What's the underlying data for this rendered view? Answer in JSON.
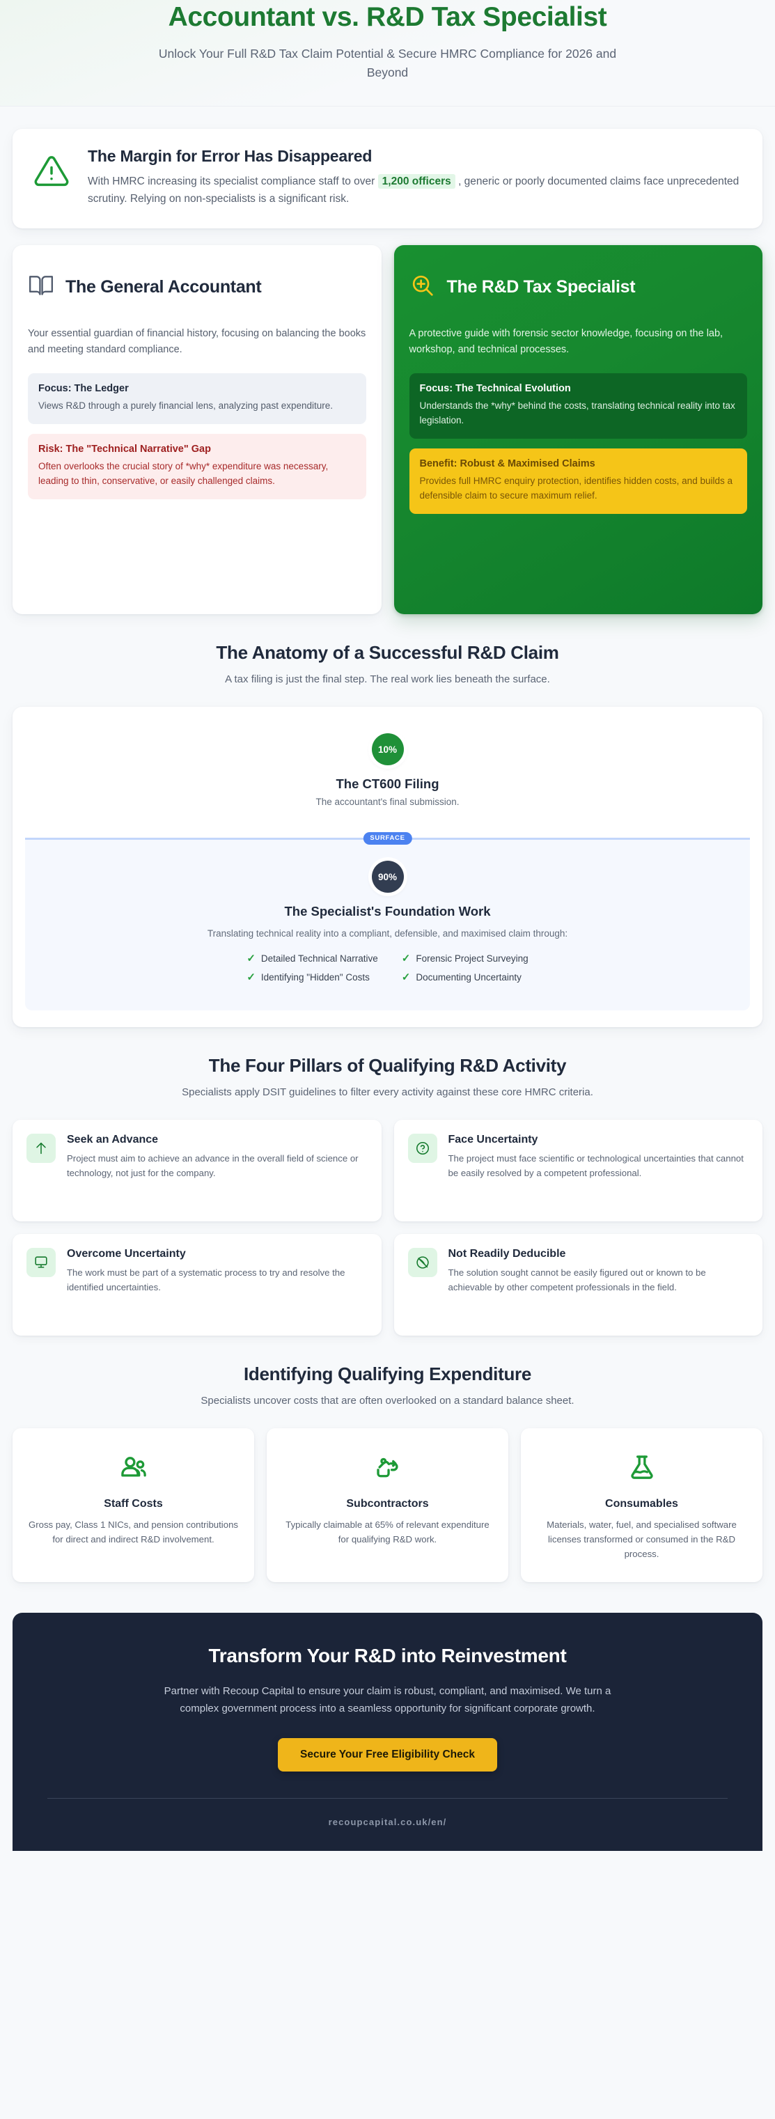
{
  "hero": {
    "title": "Accountant vs. R&D Tax Specialist",
    "subtitle": "Unlock Your Full R&D Tax Claim Potential & Secure HMRC Compliance for 2026 and Beyond"
  },
  "alert": {
    "icon": "warning-triangle-icon",
    "heading": "The Margin for Error Has Disappeared",
    "text_before": "With HMRC increasing its specialist compliance staff to over",
    "highlight": "1,200 officers",
    "text_after": ", generic or poorly documented claims face unprecedented scrutiny. Relying on non-specialists is a significant risk."
  },
  "comparison": {
    "accountant": {
      "icon": "book-open-icon",
      "title": "The General Accountant",
      "lead": "Your essential guardian of financial history, focusing on balancing the books and meeting standard compliance.",
      "focus_title": "Focus: The Ledger",
      "focus_text": "Views R&D through a purely financial lens, analyzing past expenditure.",
      "risk_title": "Risk: The \"Technical Narrative\" Gap",
      "risk_text": "Often overlooks the crucial story of *why* expenditure was necessary, leading to thin, conservative, or easily challenged claims."
    },
    "specialist": {
      "icon": "magnifier-plus-icon",
      "title": "The R&D Tax Specialist",
      "lead": "A protective guide with forensic sector knowledge, focusing on the lab, workshop, and technical processes.",
      "focus_title": "Focus: The Technical Evolution",
      "focus_text": "Understands the *why* behind the costs, translating technical reality into tax legislation.",
      "benefit_title": "Benefit: Robust & Maximised Claims",
      "benefit_text": "Provides full HMRC enquiry protection, identifies hidden costs, and builds a defensible claim to secure maximum relief."
    }
  },
  "anatomy": {
    "heading": "The Anatomy of a Successful R&D Claim",
    "subheading": "A tax filing is just the final step. The real work lies beneath the surface.",
    "top": {
      "percent": "10%",
      "title": "The CT600 Filing",
      "subtitle": "The accountant's final submission."
    },
    "surface_label": "SURFACE",
    "bottom": {
      "percent": "90%",
      "title": "The Specialist's Foundation Work",
      "subtitle": "Translating technical reality into a compliant, defensible, and maximised claim through:",
      "checks": [
        "Detailed Technical Narrative",
        "Forensic Project Surveying",
        "Identifying \"Hidden\" Costs",
        "Documenting Uncertainty"
      ]
    }
  },
  "pillars": {
    "heading": "The Four Pillars of Qualifying R&D Activity",
    "subheading": "Specialists apply DSIT guidelines to filter every activity against these core HMRC criteria.",
    "items": [
      {
        "icon": "arrow-up-icon",
        "title": "Seek an Advance",
        "text": "Project must aim to achieve an advance in the overall field of science or technology, not just for the company."
      },
      {
        "icon": "question-circle-icon",
        "title": "Face Uncertainty",
        "text": "The project must face scientific or technological uncertainties that cannot be easily resolved by a competent professional."
      },
      {
        "icon": "monitor-icon",
        "title": "Overcome Uncertainty",
        "text": "The work must be part of a systematic process to try and resolve the identified uncertainties."
      },
      {
        "icon": "globe-slash-icon",
        "title": "Not Readily Deducible",
        "text": "The solution sought cannot be easily figured out or known to be achievable by other competent professionals in the field."
      }
    ]
  },
  "expenditure": {
    "heading": "Identifying Qualifying Expenditure",
    "subheading": "Specialists uncover costs that are often overlooked on a standard balance sheet.",
    "items": [
      {
        "icon": "users-group-icon",
        "title": "Staff Costs",
        "text": "Gross pay, Class 1 NICs, and pension contributions for direct and indirect R&D involvement."
      },
      {
        "icon": "handshake-contract-icon",
        "title": "Subcontractors",
        "text": "Typically claimable at 65% of relevant expenditure for qualifying R&D work."
      },
      {
        "icon": "flask-icon",
        "title": "Consumables",
        "text": "Materials, water, fuel, and specialised software licenses transformed or consumed in the R&D process."
      }
    ]
  },
  "cta": {
    "heading": "Transform Your R&D into Reinvestment",
    "text": "Partner with Recoup Capital to ensure your claim is robust, compliant, and maximised. We turn a complex government process into a seamless opportunity for significant corporate growth.",
    "button_label": "Secure Your Free Eligibility Check",
    "url": "recoupcapital.co.uk/en/"
  },
  "colors": {
    "brand_green": "#1d7a32",
    "accent_gold": "#efb51a",
    "risk_red": "#9e1f1f",
    "surface_blue": "#4c82f0",
    "dark_navy": "#1b2438"
  }
}
